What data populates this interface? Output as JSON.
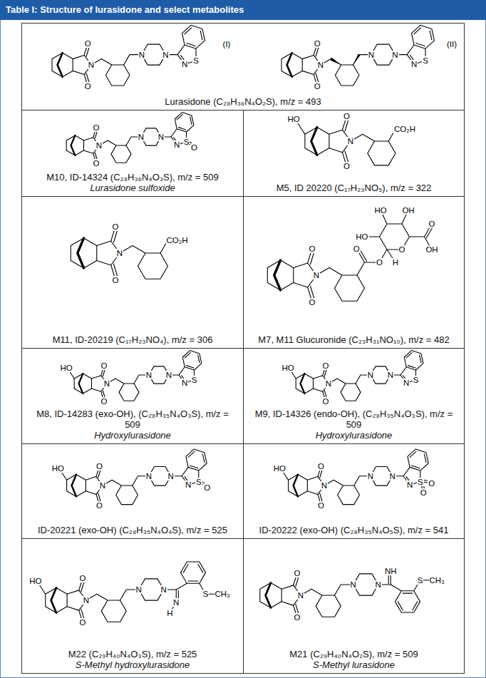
{
  "diagram": {
    "title": "Table I: Structure of lurasidone and select metabolites",
    "nodes": [
      {
        "text": [
          "Lurasidone (C₂₈H₃₆N₄O₂S), m/z = 493"
        ]
      },
      {
        "text": [
          "M10, ID-14324 (C₂₈H₃₆N₄O₃S), m/z = 509",
          "Lurasidone sulfoxide"
        ]
      },
      {
        "text": [
          "M5, ID 20220 (C₁₇H₂₃NO₅), m/z = 322"
        ]
      },
      {
        "text": [
          "M11, ID-20219 (C₁₇H₂₃NO₄), m/z = 306"
        ]
      },
      {
        "text": [
          "M7, M11 Glucuronide (C₂₃H₃₁NO₁₀), m/z = 482"
        ]
      },
      {
        "text": [
          "M8, ID-14283 (exo-OH), (C₂₈H₃₅N₄O₃S), m/z = 509",
          "Hydroxylurasidone"
        ]
      },
      {
        "text": [
          "M9, ID-14326 (endo-OH), (C₂₈H₃₅N₄O₃S), m/z = 509",
          "Hydroxylurasidone"
        ]
      },
      {
        "text": [
          "ID-20221 (exo-OH) (C₂₈H₃₅N₄O₄S), m/z = 525"
        ]
      },
      {
        "text": [
          "ID-20222 (exo-OH) (C₂₈H₃₅N₄O₅S), m/z = 541"
        ]
      },
      {
        "text": [
          "M22 (C₂₉H₄₀N₄O₃S), m/z = 525",
          "S-Methyl hydroxylurasidone"
        ]
      },
      {
        "text": [
          "M21 (C₂₉H₄₀N₄O₂S), m/z = 509",
          "S-Methyl lurasidone"
        ]
      }
    ],
    "labels": [
      "O",
      "O",
      "N",
      "N",
      "N",
      "N",
      "S",
      "(I)",
      "O",
      "O",
      "N",
      "N",
      "N",
      "N",
      "S",
      "(II)",
      "O",
      "O",
      "N",
      "N",
      "N",
      "N",
      "S",
      "O",
      "HO",
      "O",
      "O",
      "N",
      "CO₂H",
      "O",
      "O",
      "N",
      "CO₂H",
      "O",
      "O",
      "N",
      "O",
      "O",
      "HO",
      "HO",
      "OH",
      "O",
      "O",
      "OH",
      "H",
      "HO",
      "O",
      "O",
      "N",
      "N",
      "N",
      "N",
      "S",
      "HO",
      "O",
      "O",
      "N",
      "N",
      "N",
      "N",
      "S",
      "HO",
      "O",
      "O",
      "N",
      "N",
      "N",
      "N",
      "S",
      "O",
      "HO",
      "O",
      "O",
      "N",
      "N",
      "N",
      "N",
      "S",
      "O",
      "O",
      "HO",
      "O",
      "O",
      "N",
      "N",
      "N",
      "N",
      "H",
      "S",
      "CH₃",
      "O",
      "O",
      "N",
      "N",
      "N",
      "NH",
      "S",
      "CH₃"
    ]
  }
}
